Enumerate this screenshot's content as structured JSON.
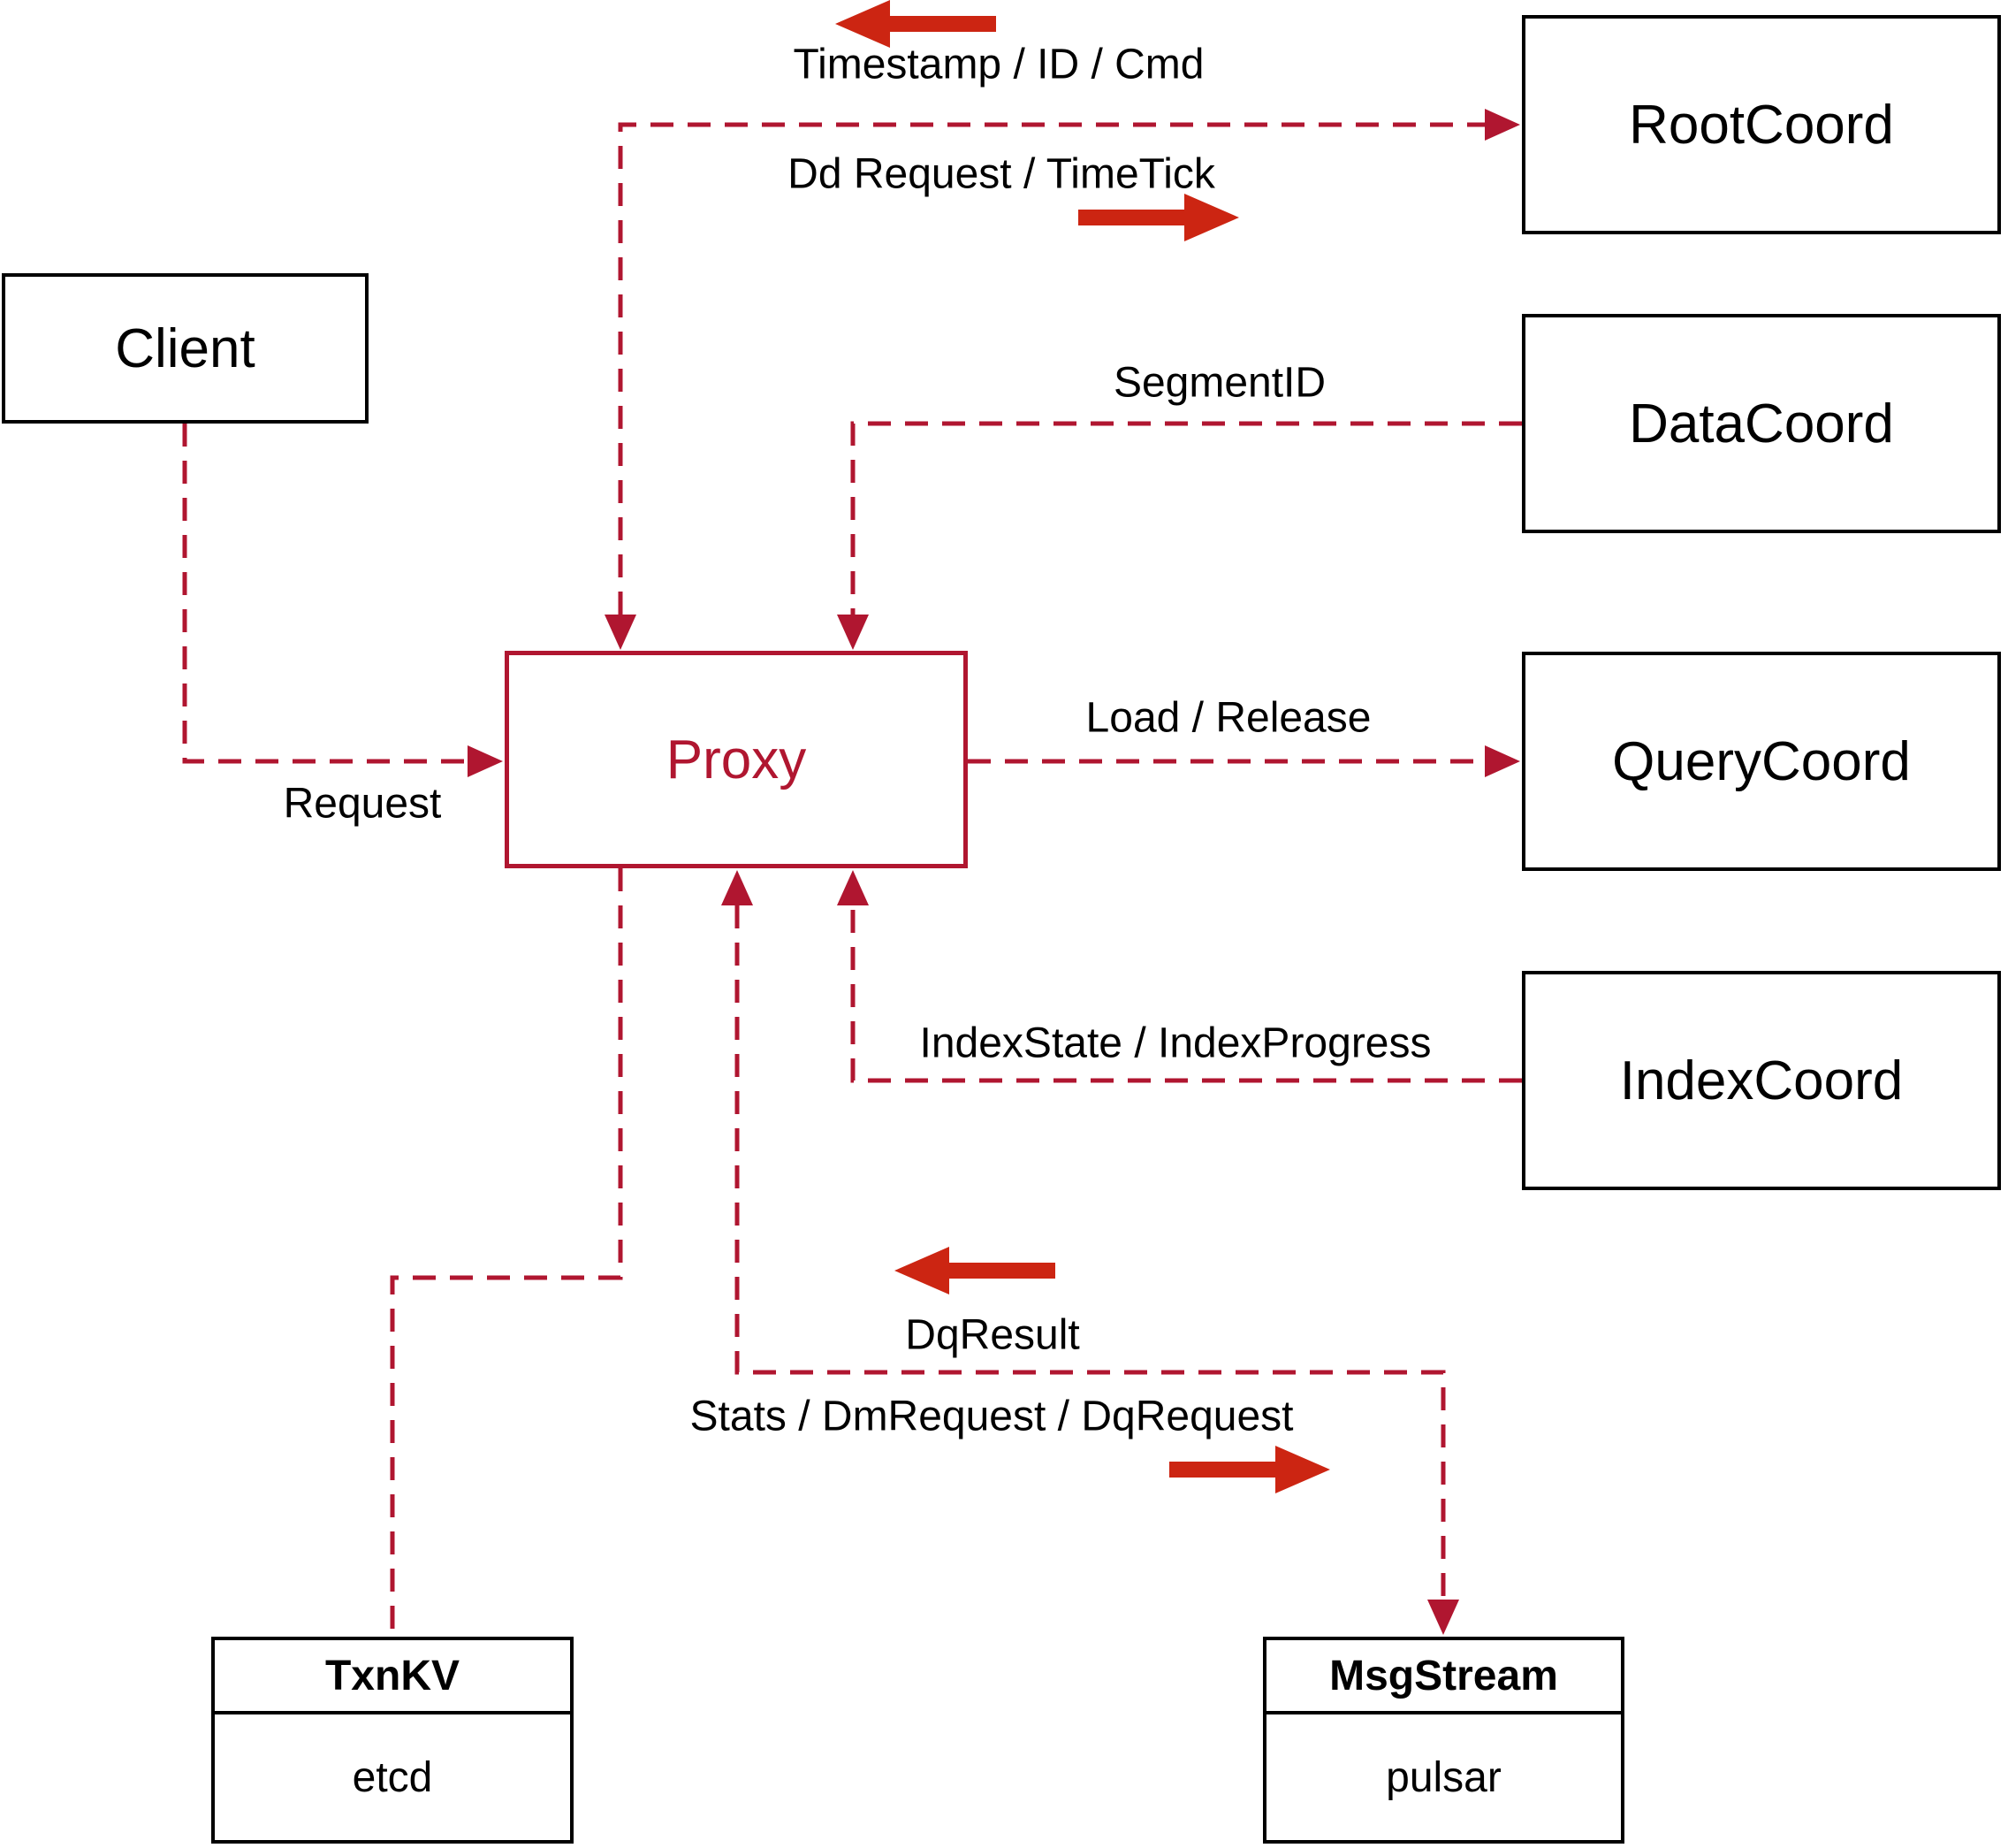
{
  "nodes": {
    "client": {
      "label": "Client"
    },
    "root_coord": {
      "label": "RootCoord"
    },
    "data_coord": {
      "label": "DataCoord"
    },
    "query_coord": {
      "label": "QueryCoord"
    },
    "index_coord": {
      "label": "IndexCoord"
    },
    "proxy": {
      "label": "Proxy"
    },
    "txn_kv": {
      "title": "TxnKV",
      "implementation": "etcd"
    },
    "msg_stream": {
      "title": "MsgStream",
      "implementation": "pulsar"
    }
  },
  "edge_labels": {
    "timestamp_id_cmd": "Timestamp / ID / Cmd",
    "dd_request_timetick": "Dd Request / TimeTick",
    "segment_id": "SegmentID",
    "load_release": "Load / Release",
    "index_state_progress": "IndexState / IndexProgress",
    "request": "Request",
    "dq_result": "DqResult",
    "stats_dm_dq_request": "Stats / DmRequest / DqRequest"
  },
  "edges": [
    {
      "from": "Client",
      "to": "Proxy",
      "labels": [
        "Request"
      ],
      "bidirectional": false
    },
    {
      "from": "Proxy",
      "to": "RootCoord",
      "labels": [
        "Timestamp / ID / Cmd",
        "Dd Request / TimeTick"
      ],
      "bidirectional": true
    },
    {
      "from": "DataCoord",
      "to": "Proxy",
      "labels": [
        "SegmentID"
      ],
      "bidirectional": false
    },
    {
      "from": "Proxy",
      "to": "QueryCoord",
      "labels": [
        "Load / Release"
      ],
      "bidirectional": false
    },
    {
      "from": "IndexCoord",
      "to": "Proxy",
      "labels": [
        "IndexState / IndexProgress"
      ],
      "bidirectional": false
    },
    {
      "from": "Proxy",
      "to": "TxnKV",
      "labels": [],
      "bidirectional": false
    },
    {
      "from": "Proxy",
      "to": "MsgStream",
      "labels": [
        "DqResult",
        "Stats / DmRequest / DqRequest"
      ],
      "bidirectional": true
    }
  ],
  "colors": {
    "connector": "#b01630",
    "flow_arrow": "#cc2512",
    "node_border": "#000000",
    "proxy_accent": "#b01630",
    "text": "#000000",
    "background": "#ffffff"
  }
}
